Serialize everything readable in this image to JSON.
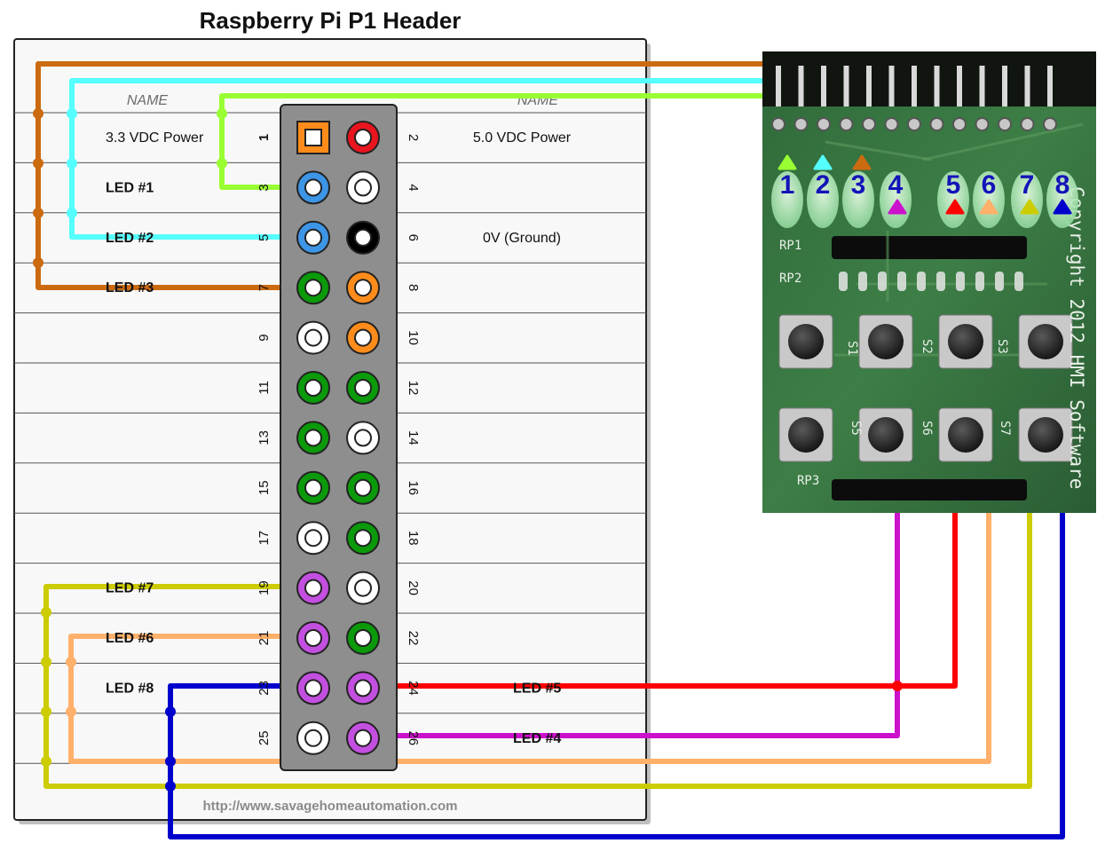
{
  "title": "Raspberry Pi P1 Header",
  "column_header_left": "NAME",
  "column_header_right": "NAME",
  "footer_url": "http://www.savagehomeautomation.com",
  "colors": {
    "pin_orange": "#ff8c1a",
    "pin_red": "#e8141e",
    "pin_blue": "#3d95e6",
    "pin_green": "#0a9a0a",
    "pin_white": "#ffffff",
    "pin_black": "#000000",
    "pin_violet": "#c34fe0",
    "wire_led1": "#99ff33",
    "wire_led2": "#55ffff",
    "wire_led3": "#cc6a10",
    "wire_led4": "#cc11cc",
    "wire_led5": "#ff0000",
    "wire_led6": "#ffb06a",
    "wire_led7": "#cccc00",
    "wire_led8": "#0000cc"
  },
  "header_rows": [
    {
      "left_pin": "1",
      "right_pin": "2",
      "left_color": "pin_orange",
      "right_color": "pin_red",
      "left_shape": "square",
      "left_label": "3.3 VDC Power",
      "right_label": "5.0 VDC Power",
      "left_led": false,
      "right_led": false
    },
    {
      "left_pin": "3",
      "right_pin": "4",
      "left_color": "pin_blue",
      "right_color": "pin_white",
      "left_label": "LED #1",
      "right_label": "",
      "left_led": true,
      "right_led": false
    },
    {
      "left_pin": "5",
      "right_pin": "6",
      "left_color": "pin_blue",
      "right_color": "pin_black",
      "left_label": "LED #2",
      "right_label": "0V (Ground)",
      "left_led": true,
      "right_led": false
    },
    {
      "left_pin": "7",
      "right_pin": "8",
      "left_color": "pin_green",
      "right_color": "pin_orange",
      "left_label": "LED #3",
      "right_label": "",
      "left_led": true,
      "right_led": false
    },
    {
      "left_pin": "9",
      "right_pin": "10",
      "left_color": "pin_white",
      "right_color": "pin_orange",
      "left_label": "",
      "right_label": "",
      "left_led": false,
      "right_led": false
    },
    {
      "left_pin": "11",
      "right_pin": "12",
      "left_color": "pin_green",
      "right_color": "pin_green",
      "left_label": "",
      "right_label": "",
      "left_led": false,
      "right_led": false
    },
    {
      "left_pin": "13",
      "right_pin": "14",
      "left_color": "pin_green",
      "right_color": "pin_white",
      "left_label": "",
      "right_label": "",
      "left_led": false,
      "right_led": false
    },
    {
      "left_pin": "15",
      "right_pin": "16",
      "left_color": "pin_green",
      "right_color": "pin_green",
      "left_label": "",
      "right_label": "",
      "left_led": false,
      "right_led": false
    },
    {
      "left_pin": "17",
      "right_pin": "18",
      "left_color": "pin_white",
      "right_color": "pin_green",
      "left_label": "",
      "right_label": "",
      "left_led": false,
      "right_led": false
    },
    {
      "left_pin": "19",
      "right_pin": "20",
      "left_color": "pin_violet",
      "right_color": "pin_white",
      "left_label": "LED #7",
      "right_label": "",
      "left_led": true,
      "right_led": false
    },
    {
      "left_pin": "21",
      "right_pin": "22",
      "left_color": "pin_violet",
      "right_color": "pin_green",
      "left_label": "LED #6",
      "right_label": "",
      "left_led": true,
      "right_led": false
    },
    {
      "left_pin": "23",
      "right_pin": "24",
      "left_color": "pin_violet",
      "right_color": "pin_violet",
      "left_label": "LED #8",
      "right_label": "LED #5",
      "left_led": true,
      "right_led": true
    },
    {
      "left_pin": "25",
      "right_pin": "26",
      "left_color": "pin_white",
      "right_color": "pin_violet",
      "left_label": "",
      "right_label": "LED #4",
      "left_led": false,
      "right_led": true
    }
  ],
  "board_leds": [
    "1",
    "2",
    "3",
    "4",
    "5",
    "6",
    "7",
    "8"
  ],
  "board_silkscreen": [
    "RP1",
    "RP2",
    "RP3",
    "S1",
    "S2",
    "S3",
    "S5",
    "S6",
    "S7",
    "Copyright 2012 HMI Software"
  ]
}
